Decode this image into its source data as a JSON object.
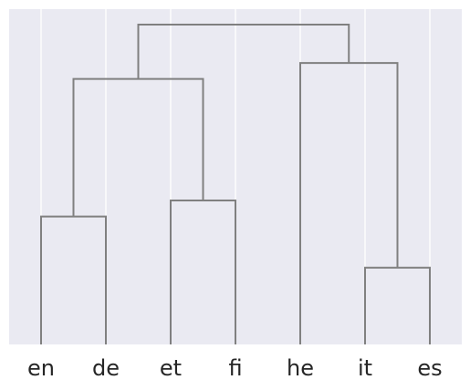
{
  "chart_data": {
    "type": "dendrogram",
    "leaves": [
      "en",
      "de",
      "et",
      "fi",
      "he",
      "it",
      "es"
    ],
    "merges": [
      {
        "left": "en",
        "right": "de",
        "height": 0.4
      },
      {
        "left": "et",
        "right": "fi",
        "height": 0.45
      },
      {
        "left": "it",
        "right": "es",
        "height": 0.24
      },
      {
        "left": "en+de",
        "right": "et+fi",
        "height": 0.83
      },
      {
        "left": "he",
        "right": "it+es",
        "height": 0.88
      },
      {
        "left": "en+de+et+fi",
        "right": "he+it+es",
        "height": 1.0
      }
    ],
    "y_ticks_shown": false,
    "grid": "vertical",
    "title": "",
    "xlabel": "",
    "ylabel": ""
  },
  "colors": {
    "plot_background": "#EAEAF2",
    "gridline": "#FFFFFF",
    "link": "#808080",
    "label": "#262626"
  }
}
